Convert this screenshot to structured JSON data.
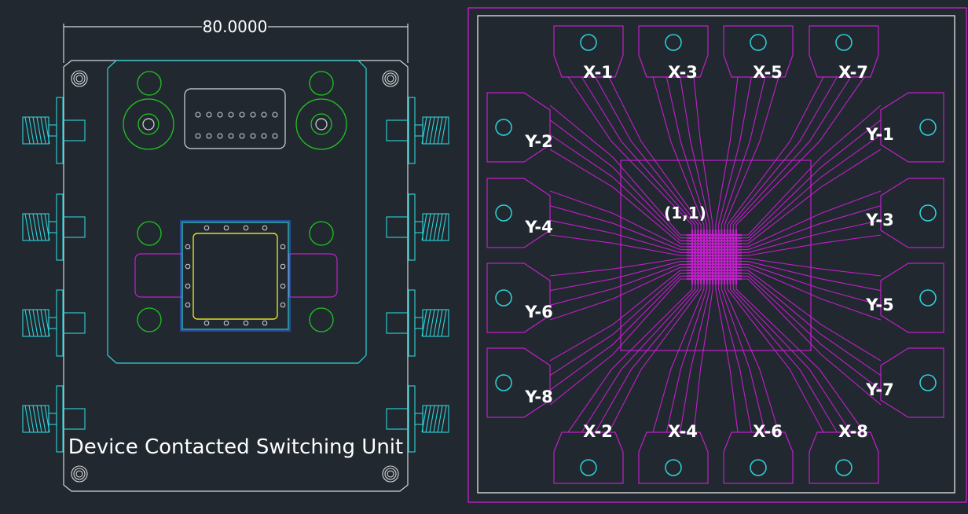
{
  "left_panel": {
    "dimension_label": "80.0000",
    "unit_caption": "Device Contacted Switching Unit"
  },
  "right_panel": {
    "origin_label": "(1,1)",
    "pads_top": [
      "X-1",
      "X-3",
      "X-5",
      "X-7"
    ],
    "pads_bottom": [
      "X-2",
      "X-4",
      "X-6",
      "X-8"
    ],
    "pads_left": [
      "Y-2",
      "Y-4",
      "Y-6",
      "Y-8"
    ],
    "pads_right": [
      "Y-1",
      "Y-3",
      "Y-5",
      "Y-7"
    ]
  },
  "colors": {
    "background": "#212830",
    "outline": "#d7d7d7",
    "cyan": "#2fd3d8",
    "green": "#22c322",
    "magenta": "#c020c8",
    "yellow": "#e0e020",
    "blue": "#3060e0",
    "label": "#ffffff"
  }
}
